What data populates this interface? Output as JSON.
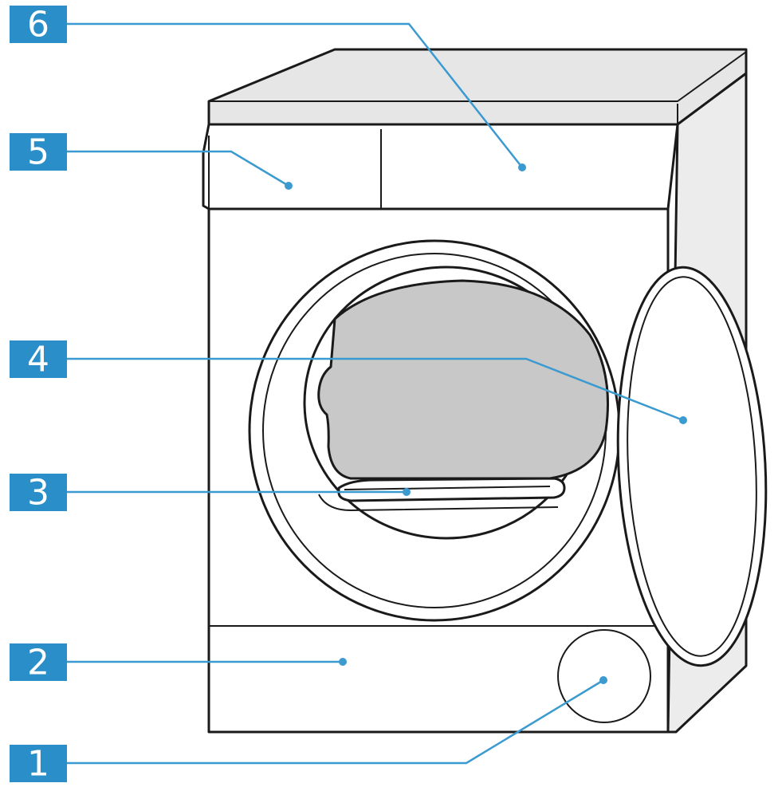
{
  "callouts": [
    {
      "label": "1",
      "part": "heat-exchanger-cover"
    },
    {
      "label": "2",
      "part": "heat-exchanger-flap"
    },
    {
      "label": "3",
      "part": "fluff-filter"
    },
    {
      "label": "4",
      "part": "door"
    },
    {
      "label": "5",
      "part": "water-tank"
    },
    {
      "label": "6",
      "part": "control-panel"
    }
  ],
  "colors": {
    "badge": "#2a8ec9",
    "leader": "#3b9ad0",
    "drum": "#c8c8c8",
    "side": "#ececec",
    "top": "#e6e6e6",
    "outline": "#1a1a1a"
  }
}
